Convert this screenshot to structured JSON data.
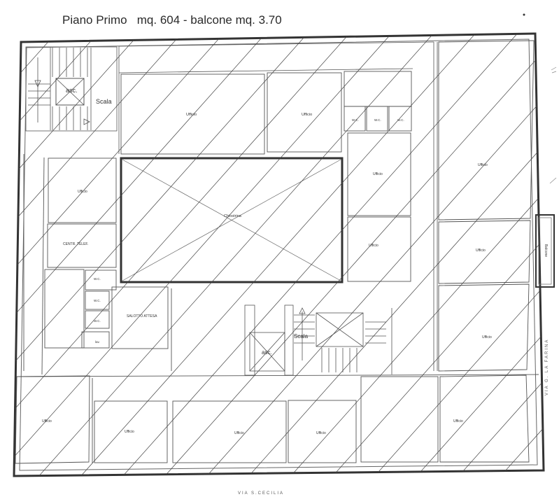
{
  "header": {
    "title": "Piano Primo   mq. 604 - balcone mq. 3.70"
  },
  "plan": {
    "stairs": [
      {
        "label_scala": "Scala",
        "label_asc": "asc."
      },
      {
        "label_scala": "Scala",
        "label_asc": "asc."
      }
    ],
    "courtyard": {
      "label": "Chiostrina"
    },
    "rooms": {
      "ufficio_top_1": "Ufficio",
      "ufficio_top_2": "Ufficio",
      "wc_top_1": "W.C.",
      "wc_top_2": "W.C.",
      "wc_top_3": "W.C.",
      "ufficio_right_col_1": "Ufficio",
      "ufficio_right_col_2": "Ufficio",
      "ufficio_east_1": "Ufficio",
      "ufficio_east_2": "Ufficio",
      "ufficio_east_3": "Ufficio",
      "ufficio_west": "Ufficio",
      "centr_telef": "CENTR. TELEF.",
      "wc_west_1": "W.C.",
      "wc_west_2": "W.C.",
      "wc_west_3": "W.C.",
      "lav": "lav.",
      "salotto": "SALOTTO ATTESA",
      "ufficio_bottom_1": "Ufficio",
      "ufficio_bottom_2": "Ufficio",
      "ufficio_bottom_3": "Ufficio",
      "ufficio_bottom_4": "Ufficio",
      "ufficio_bottom_5": "Ufficio"
    },
    "balcony": {
      "label": "Balcone"
    },
    "streets": {
      "south": "VIA S.CECILIA",
      "east": "VIA G. LA FARINA"
    }
  },
  "colors": {
    "wall": "#3a3a3a",
    "thin_line": "#555555",
    "background": "#ffffff"
  }
}
